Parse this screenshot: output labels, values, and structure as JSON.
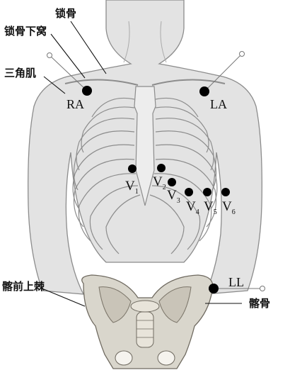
{
  "anatomy_labels": {
    "clavicle": "锁骨",
    "infraclavicular_fossa": "锁骨下窝",
    "deltoid": "三角肌",
    "asis": "髂前上棘",
    "ilium": "髂骨"
  },
  "limb_leads": {
    "ra": "RA",
    "la": "LA",
    "ll": "LL"
  },
  "chest_leads": [
    {
      "letter": "V",
      "sub": "1"
    },
    {
      "letter": "V",
      "sub": "2"
    },
    {
      "letter": "V",
      "sub": "3"
    },
    {
      "letter": "V",
      "sub": "4"
    },
    {
      "letter": "V",
      "sub": "5"
    },
    {
      "letter": "V",
      "sub": "6"
    }
  ],
  "colors": {
    "skin": "#e3e3e3",
    "outline": "#8c8c8c",
    "electrode": "#000000",
    "bone": "#d9d6cc"
  }
}
